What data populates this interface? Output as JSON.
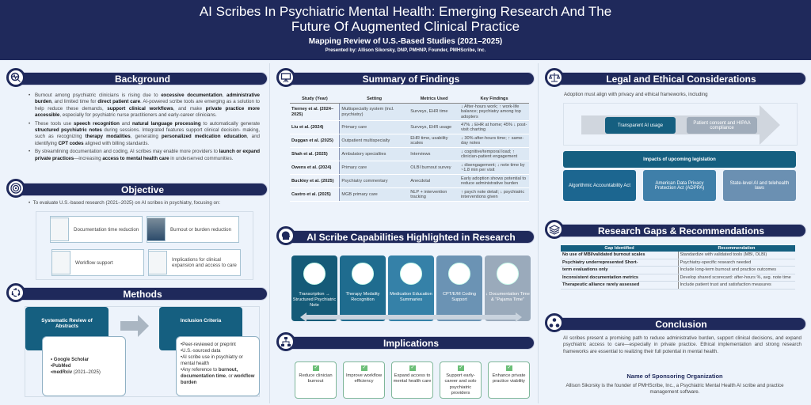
{
  "header": {
    "title": "AI Scribes In Psychiatric Mental Health: Emerging Research And The Future Of Augmented Clinical Practice",
    "subtitle": "Mapping Review of U.S.-Based Studies (2021–2025)",
    "presenter": "Presented by: Allison Sikorsky, DNP, PMHNP, Founder, PMHScribe, Inc."
  },
  "background": {
    "title": "Background",
    "bullets": [
      "Burnout among psychiatric clinicians is rising due to <b>excessive documentation</b>, <b>administrative burden</b>, and limited time for <b>direct patient care</b>. AI-powered scribe tools are emerging as a solution to help reduce these demands, <b>support clinical workflows</b>, and make <b>private practice more accessible</b>, especially for psychiatric nurse practitioners and early-career clinicians.",
      "These tools use <b>speech recognition</b> and <b>natural language processing</b> to automatically generate <b>structured psychiatric notes</b> during sessions. Integrated features support clinical decision- making, such as recognizing <b>therapy modalities</b>, generating <b>personalized medication education</b>, and identifying <b>CPT codes</b> aligned with billing standards.",
      "By streamlining documentation and coding, AI scribes may enable more providers to <b>launch or expand private practices</b>—increasing <b>access to mental health care</b> in underserved communities."
    ]
  },
  "objective": {
    "title": "Objective",
    "intro": "To evaluate U.S.-based research (2021–2025) on AI scribes in psychiatry, focusing on:",
    "items": [
      "Documentation time reduction",
      "Burnout or burden reduction",
      "Workflow support",
      "Implications for clinical expansion and access to care"
    ]
  },
  "methods": {
    "title": "Methods",
    "review_title": "Systematic Review of Abstracts",
    "sources": [
      "Google Scholar",
      "PubMed",
      "medRxiv"
    ],
    "source_range": "(2021–2025)",
    "criteria_title": "Inclusion Criteria",
    "criteria": [
      "Peer-reviewed or preprint",
      "U.S.-sourced data",
      "AI scribe use in psychiatry or mental health"
    ],
    "criteria_last_prefix": "Any reference to",
    "criteria_terms": [
      "burnout,",
      "documentation time",
      ", or",
      "workflow burden"
    ]
  },
  "findings": {
    "title": "Summary of Findings",
    "headers": [
      "Study (Year)",
      "Setting",
      "Metrics Used",
      "Key Findings"
    ],
    "rows": [
      [
        "Tierney et al. (2024–2025)",
        "Multispecialty system (incl. psychiatry)",
        "Surveys, EHR time",
        "↓ After-hours work; ↑ work-life balance; psychiatry among top adopters"
      ],
      [
        "Liu et al. (2024)",
        "Primary care",
        "Surveys, EHR usage",
        "47% ↓ EHR at home; 45% ↓ post-visit charting"
      ],
      [
        "Duggan et al. (2025)",
        "Outpatient multispecialty",
        "EHR time, usability scales",
        "↓ 30% after-hours time; ↑ same-day notes"
      ],
      [
        "Shah et al. (2025)",
        "Ambulatory specialties",
        "Interviews",
        "↓ cognitive/temporal load; ↑ clinician-patient engagement"
      ],
      [
        "Owens et al. (2024)",
        "Primary care",
        "OLBI burnout survey",
        "↓ disengagement; ↓ note time by ~1.8 min per visit"
      ],
      [
        "Buckley et al. (2025)",
        "Psychiatry commentary",
        "Anecdotal",
        "Early adoption shows potential to reduce administrative burden"
      ],
      [
        "Castro et al. (2025)",
        "MGB primary care",
        "NLP + intervention tracking",
        "↑ psych note detail; ↓ psychiatric interventions given"
      ]
    ]
  },
  "capabilities": {
    "title": "AI Scribe Capabilities Highlighted in Research",
    "items": [
      "Transcription → Structured Psychiatric Note",
      "Therapy Modality Recognition",
      "Medication Education Summaries",
      "CPT/E/M Coding Support",
      "↓ Documentation Time & \"Pajama Time\""
    ],
    "colors": [
      "#155b78",
      "#1f6c8f",
      "#3581a8",
      "#6b93b4",
      "#9aaabb"
    ]
  },
  "implications": {
    "title": "Implications",
    "items": [
      "Reduce clinician burnout",
      "Improve workflow efficiency",
      "Expand access to mental health care",
      "Support early-career and solo psychiatric providers",
      "Enhance private practice viability"
    ]
  },
  "legal": {
    "title": "Legal and Ethical Considerations",
    "intro": "Adoption must align with privacy and ethical frameworks, including",
    "frameworks": [
      "Transparent AI usage",
      "Patient consent and HIPAA compliance"
    ],
    "legislation_title": "Impacts of upcoming legislation",
    "laws": [
      "Algorithmic Accountability Act",
      "American Data Privacy Protection Act (ADPPA)",
      "State-level AI and telehealth laws"
    ]
  },
  "gaps": {
    "title": "Research Gaps & Recommendations",
    "headers": [
      "Gap Identified",
      "Recommendation"
    ],
    "rows": [
      [
        "No use of MBI/validated burnout scales",
        "Standardize with validated tools (MBI, OLBI)"
      ],
      [
        "Psychiatry underrepresented Short-",
        "Psychiatry-specific research needed"
      ],
      [
        "term evaluations only",
        "Include long-term burnout and practice outcomes"
      ],
      [
        "Inconsistent documentation metrics",
        "Develop shared scorecard: after-hours %, avg. note time"
      ],
      [
        "Therapeutic alliance rarely assessed",
        "Include patient trust and satisfaction measures"
      ]
    ]
  },
  "conclusion": {
    "title": "Conclusion",
    "text": "AI scribes present a promising path to reduce administrative burden, support clinical decisions, and expand psychiatric access to care—especially in private practice. Ethical implementation and strong research frameworks are essential to realizing their full potential in mental health.",
    "sponsor_title": "Name of Sponsoring Organization",
    "sponsor_text": "Allison Sikorsky is the founder of PMHScribe, Inc., a Psychiatric Mental Health AI scribe and practice management software."
  }
}
